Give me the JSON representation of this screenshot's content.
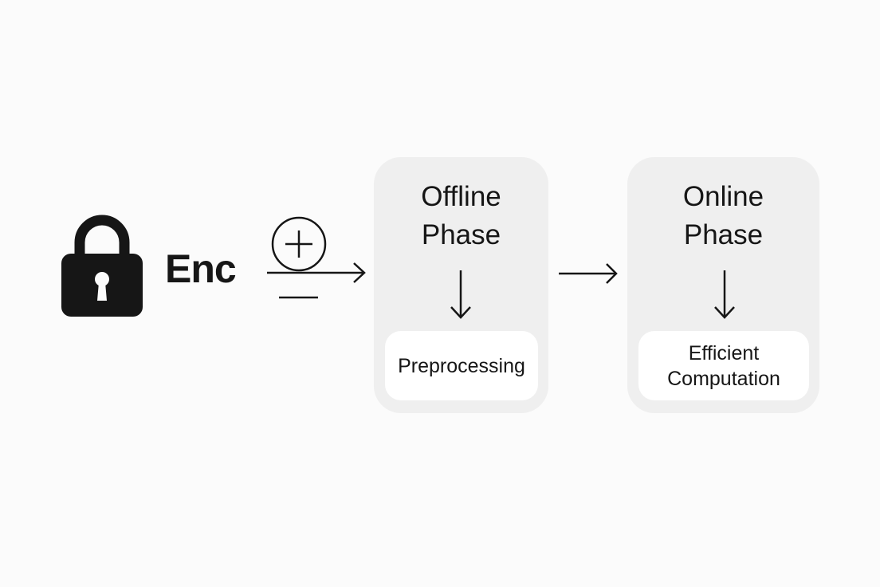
{
  "encryption": {
    "label": "Enc",
    "icon": "lock-icon",
    "operators": [
      "plus",
      "minus"
    ]
  },
  "offline_phase": {
    "title_line1": "Offline",
    "title_line2": "Phase",
    "step": "Preprocessing"
  },
  "online_phase": {
    "title_line1": "Online",
    "title_line2": "Phase",
    "step_line1": "Efficient",
    "step_line2": "Computation"
  },
  "colors": {
    "ink": "#161616",
    "panel": "#efefef",
    "background": "#fbfbfb"
  }
}
